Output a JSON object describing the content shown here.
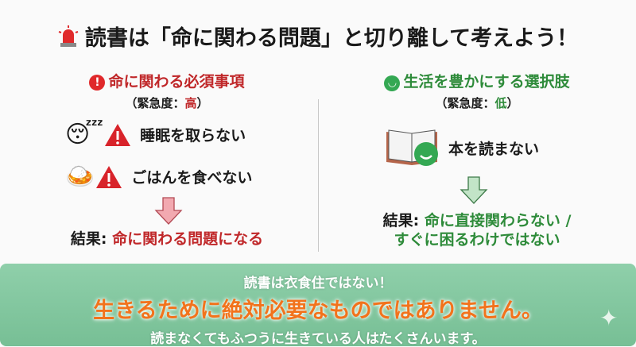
{
  "title": "読書は「命に関わる問題」と切り離して考えよう！",
  "left": {
    "heading": "命に関わる必須事項",
    "urgency_prefix": "（緊急度：",
    "urgency_value": "高",
    "urgency_suffix": "）",
    "items": [
      "睡眠を取らない",
      "ごはんを食べない"
    ],
    "result_label": "結果: ",
    "result_value": "命に関わる問題になる"
  },
  "right": {
    "heading": "生活を豊かにする選択肢",
    "urgency_prefix": "（緊急度：",
    "urgency_value": "低",
    "urgency_suffix": "）",
    "items": [
      "本を読まない"
    ],
    "result_label": "結果: ",
    "result_value": "命に直接関わらない /",
    "result_value2": "すぐに困るわけではない"
  },
  "banner": {
    "line1": "読書は衣食住ではない！",
    "line2": "生きるために絶対必要なものではありません。",
    "line3": "読まなくてもふつうに生きている人はたくさんいます。"
  },
  "colors": {
    "red": "#c0282a",
    "green": "#2e8b3a",
    "banner": "#85c9a3",
    "highlight": "#f2731c"
  }
}
